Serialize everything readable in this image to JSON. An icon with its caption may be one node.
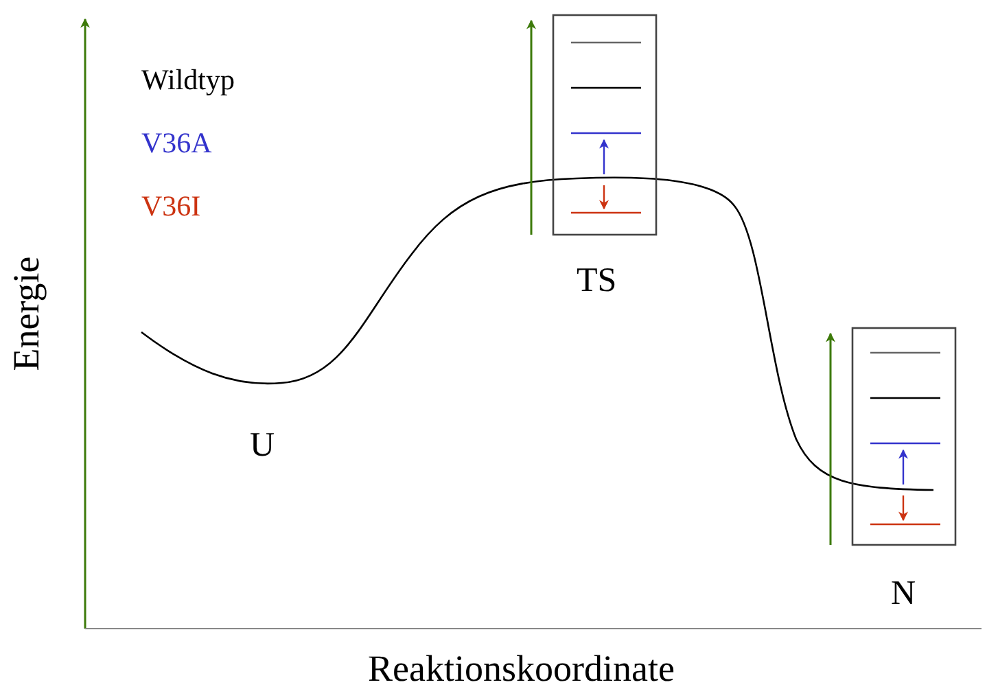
{
  "diagram": {
    "labels": [
      "Energie",
      "Reaktionskoordinate",
      "U",
      "TS",
      "N"
    ],
    "legend": [
      {
        "text": "Wildtyp",
        "color": "#000000"
      },
      {
        "text": "V36A",
        "color": "#3333cc"
      },
      {
        "text": "V36I",
        "color": "#cc3311"
      }
    ]
  }
}
